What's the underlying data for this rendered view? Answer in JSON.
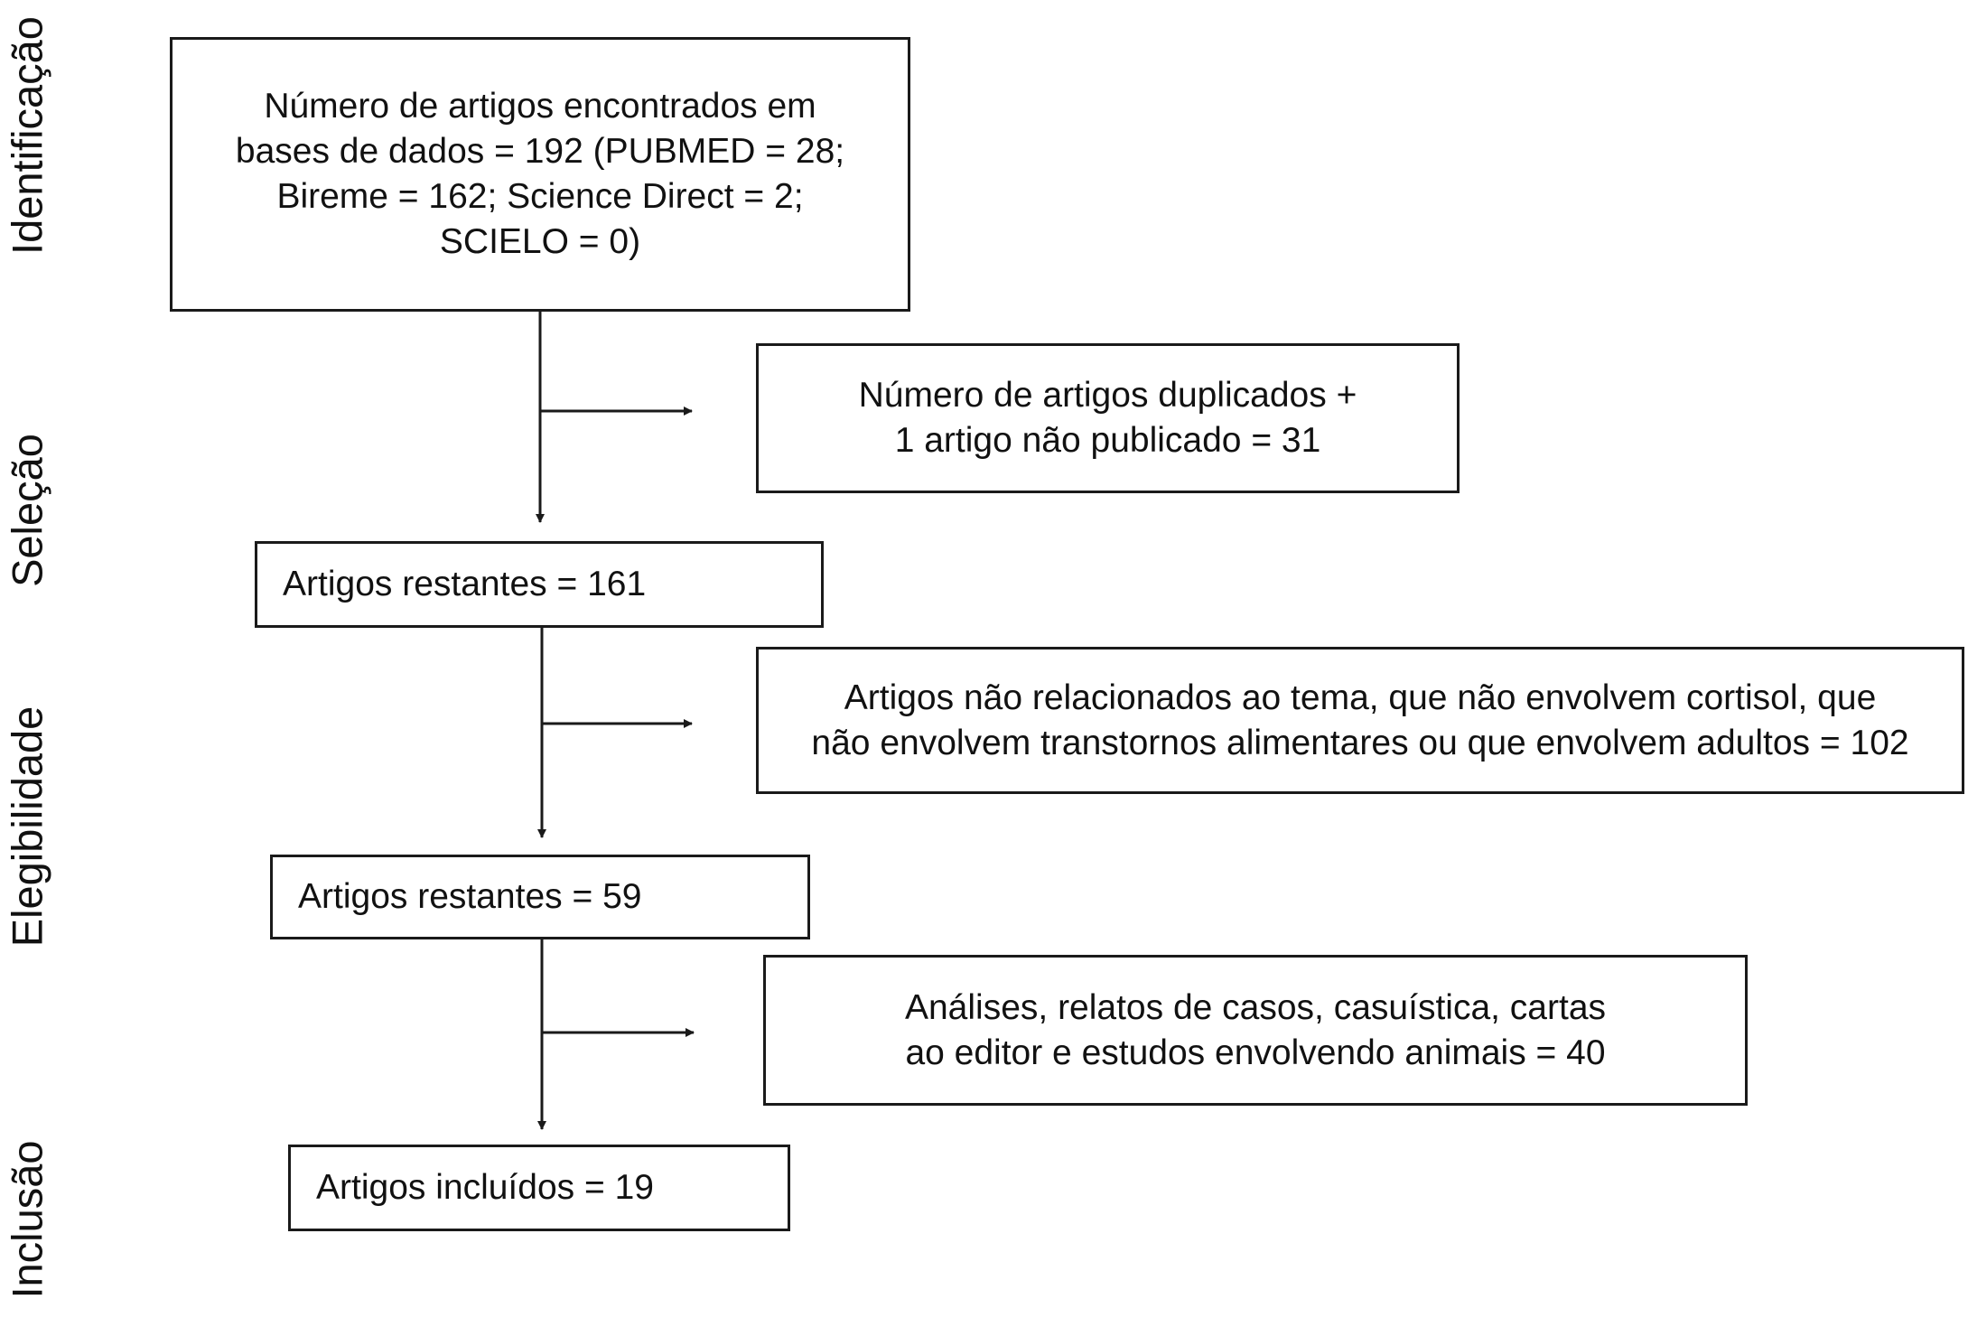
{
  "stages": {
    "identificacao": "Identificação",
    "selecao": "Seleção",
    "elegibilidade": "Elegibilidade",
    "inclusao": "Inclusão"
  },
  "boxes": {
    "identified": {
      "lines": [
        "Número de artigos encontrados em",
        "bases de dados = 192 (PUBMED = 28;",
        "Bireme = 162; Science Direct = 2;",
        "SCIELO = 0)"
      ]
    },
    "duplicates": {
      "lines": [
        "Número de artigos duplicados +",
        "1 artigo não publicado = 31"
      ]
    },
    "remaining_1": {
      "lines": [
        "Artigos restantes = 161"
      ]
    },
    "excluded_topic": {
      "lines": [
        "Artigos não relacionados ao tema, que não envolvem cortisol, que",
        "não envolvem transtornos alimentares ou que envolvem adultos = 102"
      ]
    },
    "remaining_2": {
      "lines": [
        "Artigos restantes = 59"
      ]
    },
    "excluded_type": {
      "lines": [
        "Análises, relatos de casos, casuística, cartas",
        "ao editor e estudos envolvendo animais = 40"
      ]
    },
    "included": {
      "lines": [
        "Artigos incluídos = 19"
      ]
    }
  },
  "colors": {
    "stroke": "#1a1a1a",
    "text": "#111111",
    "background": "#ffffff"
  }
}
